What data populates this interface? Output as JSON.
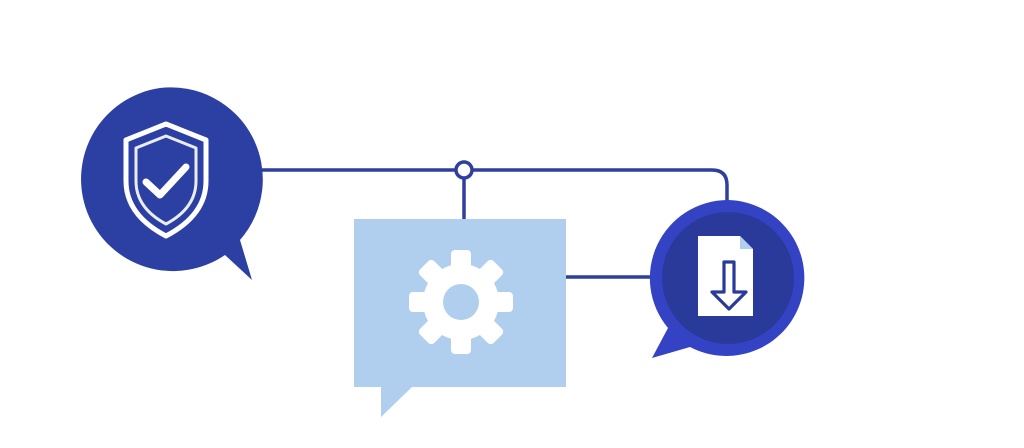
{
  "diagram": {
    "colors": {
      "background": "#ffffff",
      "navy": "#2c3fa3",
      "connector": "#2f3f9e",
      "light_blue": "#b0cfee",
      "royal_blue": "#3442c4",
      "dark_inner": "#2a3a9a",
      "icon_white": "#ffffff"
    },
    "nodes": [
      {
        "id": "security",
        "shape": "speech-bubble-circle",
        "icon": "shield-check-icon"
      },
      {
        "id": "settings",
        "shape": "speech-bubble-rectangle",
        "icon": "gear-icon"
      },
      {
        "id": "download",
        "shape": "speech-bubble-circle-ringed",
        "icon": "file-download-icon"
      }
    ],
    "connections": [
      {
        "from": "security",
        "to": "download",
        "label": ""
      },
      {
        "from": "junction",
        "to": "settings",
        "label": ""
      },
      {
        "from": "settings",
        "to": "download",
        "label": ""
      }
    ]
  }
}
